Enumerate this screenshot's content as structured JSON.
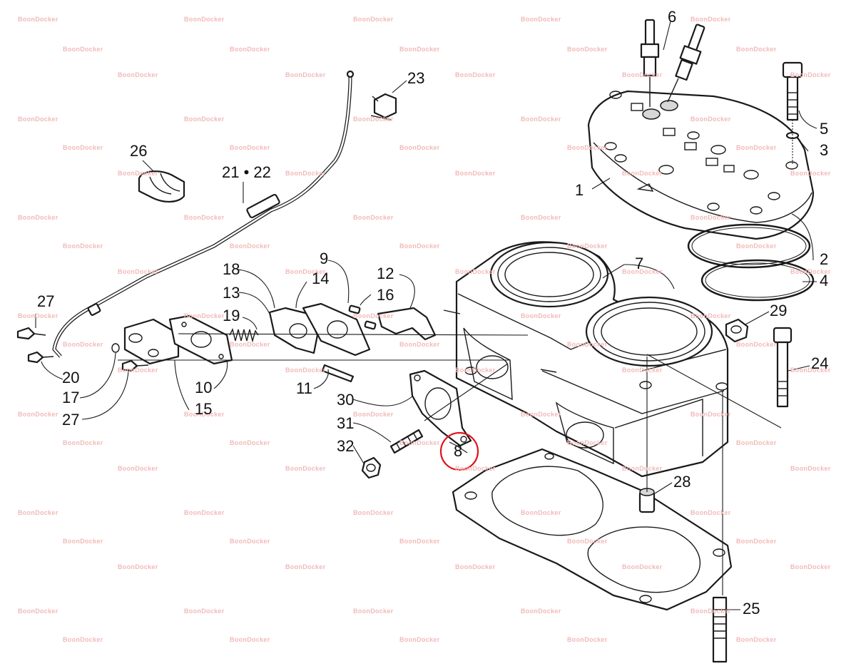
{
  "watermark": {
    "text": "BoonDocker"
  },
  "callouts": [
    {
      "id": "p1",
      "label": "1"
    },
    {
      "id": "p2",
      "label": "2"
    },
    {
      "id": "p3",
      "label": "3"
    },
    {
      "id": "p4",
      "label": "4"
    },
    {
      "id": "p5",
      "label": "5"
    },
    {
      "id": "p6",
      "label": "6"
    },
    {
      "id": "p7",
      "label": "7"
    },
    {
      "id": "p8",
      "label": "8",
      "highlighted": true
    },
    {
      "id": "p9",
      "label": "9"
    },
    {
      "id": "p10",
      "label": "10"
    },
    {
      "id": "p11",
      "label": "11"
    },
    {
      "id": "p12",
      "label": "12"
    },
    {
      "id": "p13",
      "label": "13"
    },
    {
      "id": "p14",
      "label": "14"
    },
    {
      "id": "p15",
      "label": "15"
    },
    {
      "id": "p16",
      "label": "16"
    },
    {
      "id": "p17",
      "label": "17"
    },
    {
      "id": "p18",
      "label": "18"
    },
    {
      "id": "p19",
      "label": "19"
    },
    {
      "id": "p20",
      "label": "20"
    },
    {
      "id": "p2122",
      "label": "21 • 22"
    },
    {
      "id": "p23",
      "label": "23"
    },
    {
      "id": "p24",
      "label": "24"
    },
    {
      "id": "p25",
      "label": "25"
    },
    {
      "id": "p26",
      "label": "26"
    },
    {
      "id": "p27a",
      "label": "27"
    },
    {
      "id": "p27b",
      "label": "27"
    },
    {
      "id": "p28",
      "label": "28"
    },
    {
      "id": "p29",
      "label": "29"
    },
    {
      "id": "p30",
      "label": "30"
    },
    {
      "id": "p31",
      "label": "31"
    },
    {
      "id": "p32",
      "label": "32"
    }
  ],
  "highlight": {
    "color": "#e0141b",
    "target": "8"
  }
}
